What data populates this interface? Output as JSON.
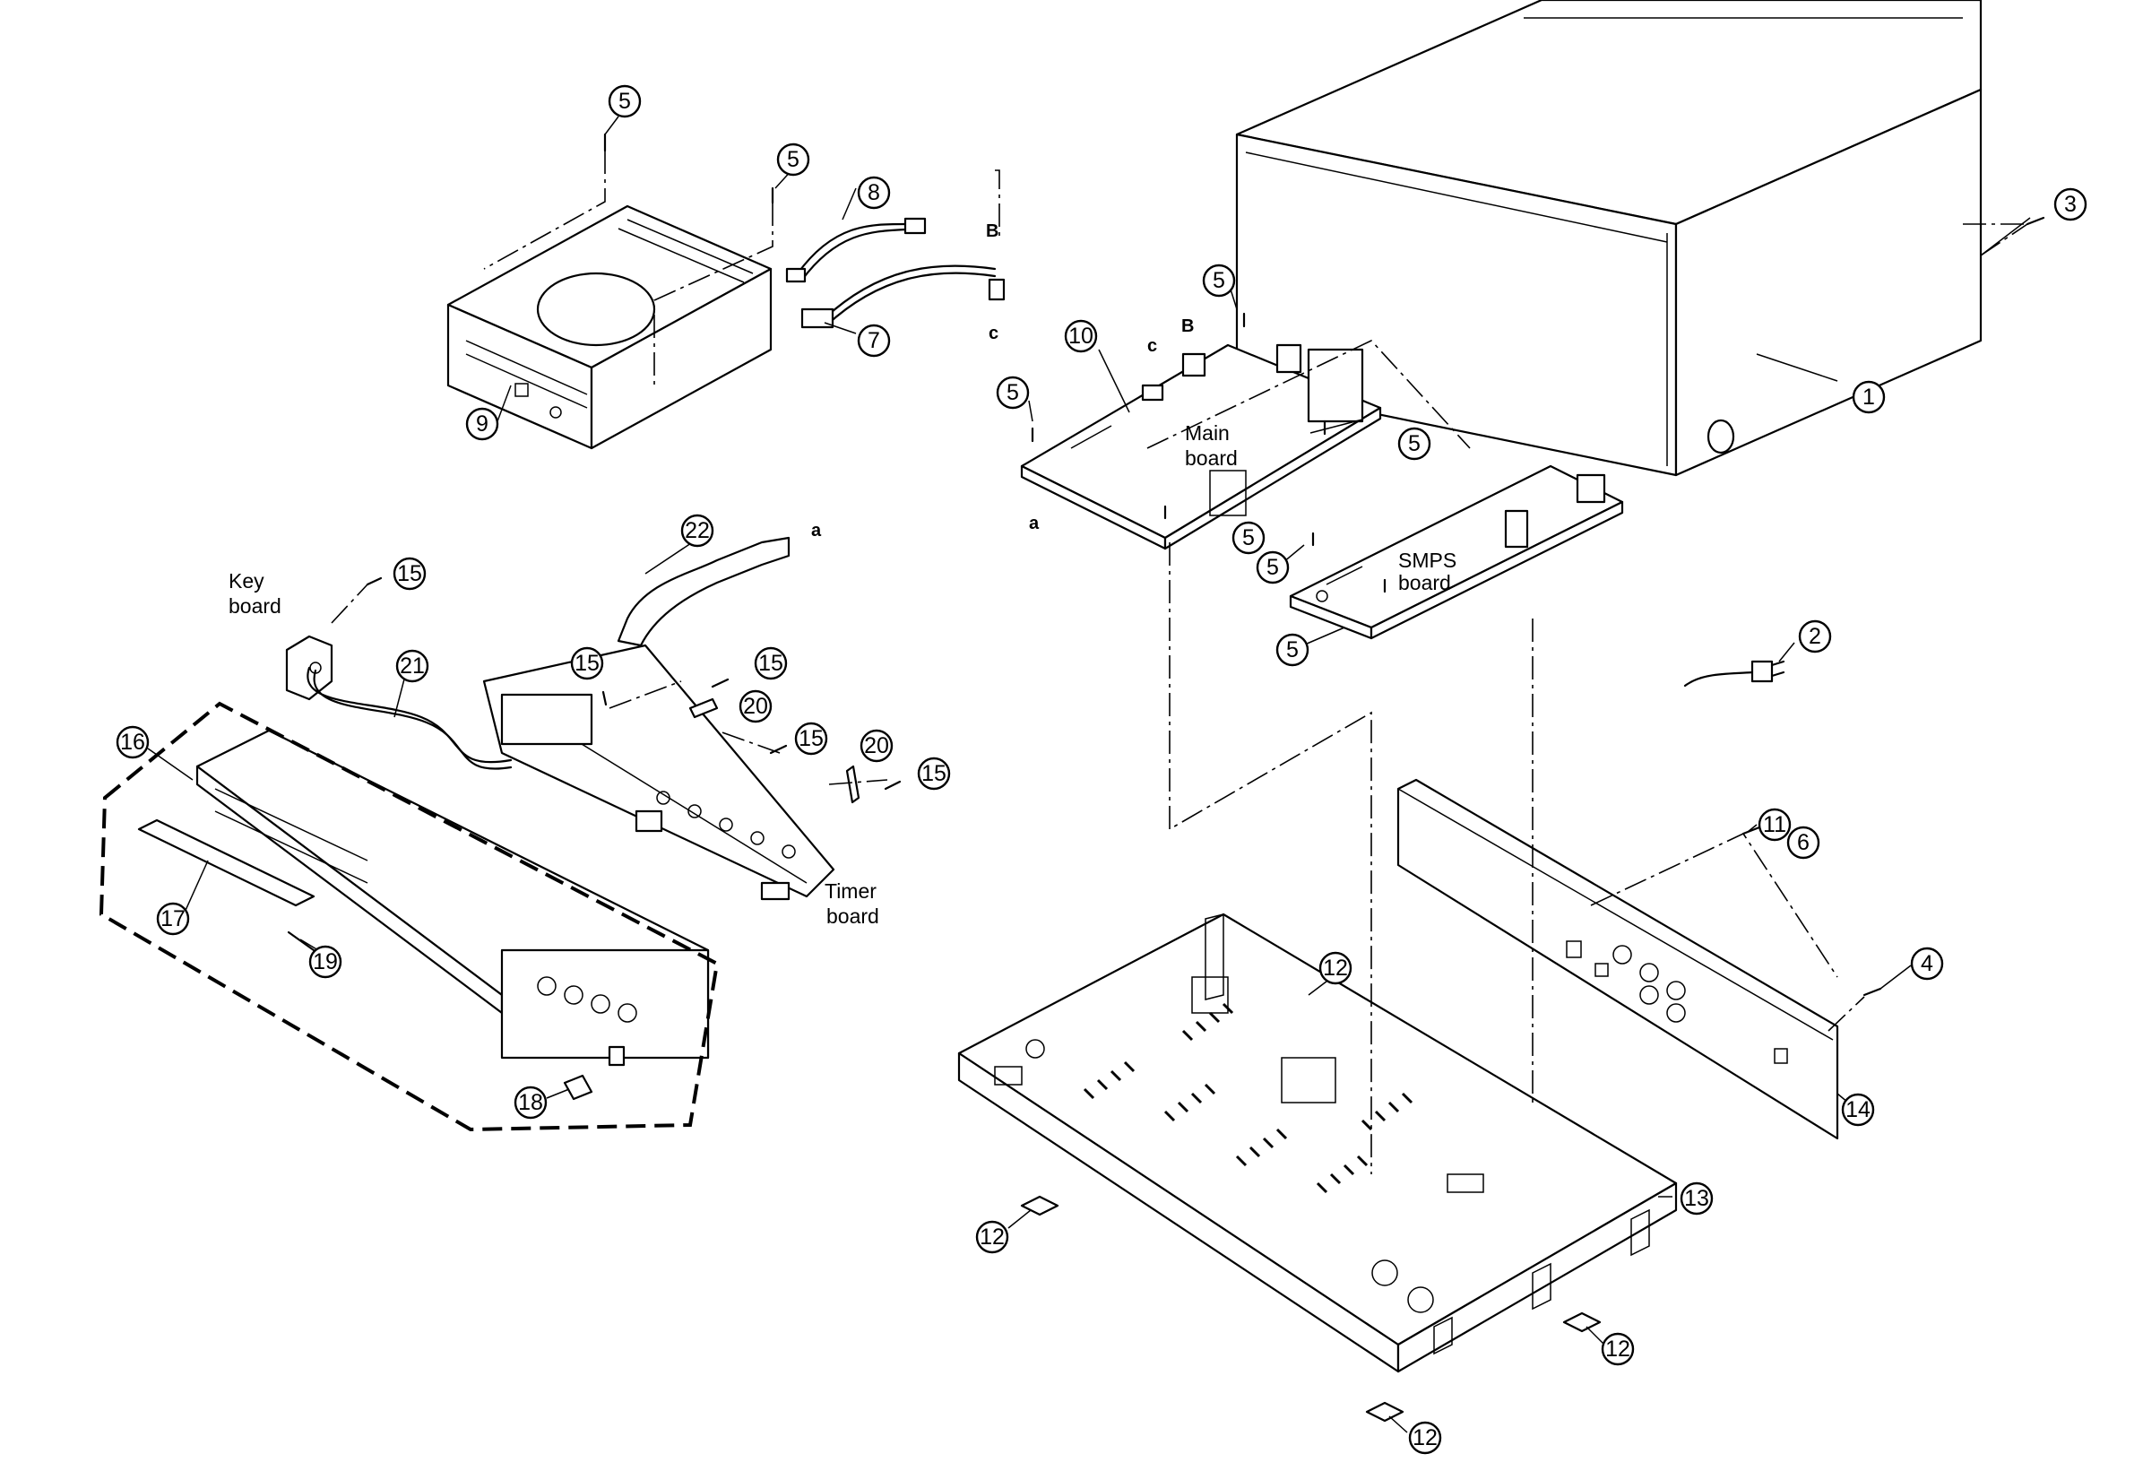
{
  "callouts": [
    "1",
    "2",
    "3",
    "4",
    "5",
    "6",
    "7",
    "8",
    "9",
    "10",
    "11",
    "12",
    "13",
    "14",
    "15",
    "16",
    "17",
    "18",
    "19",
    "20",
    "21",
    "22"
  ],
  "labels": {
    "main_board": [
      "Main",
      "board"
    ],
    "smps_board": [
      "SMPS",
      "board"
    ],
    "key_board": [
      "Key",
      "board"
    ],
    "timer_board": [
      "Timer",
      "board"
    ],
    "conn_a": "a",
    "conn_b": "B",
    "conn_c": "c"
  }
}
